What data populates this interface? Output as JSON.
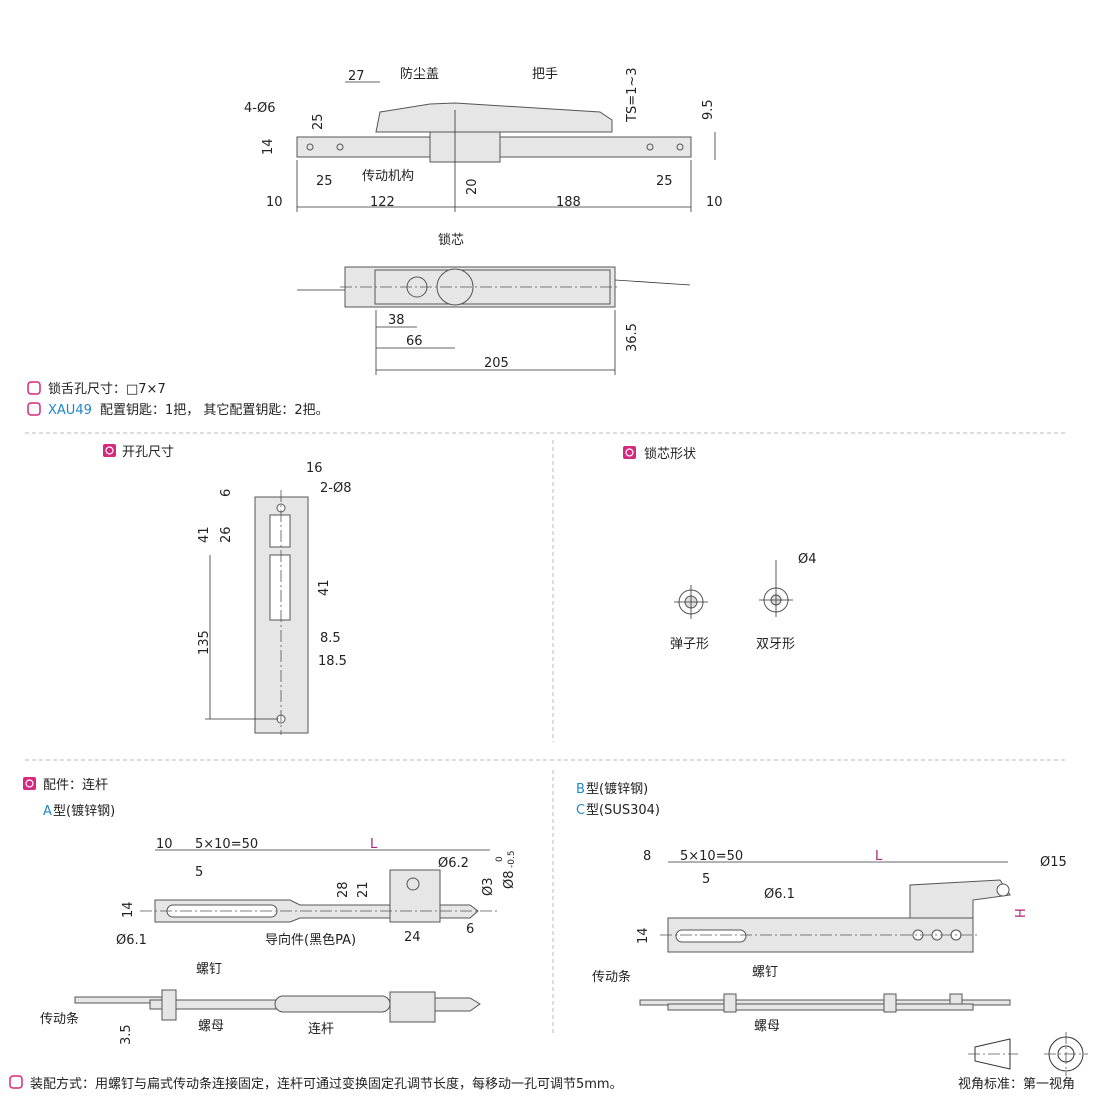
{
  "top_view": {
    "d27": "27",
    "dust_cover": "防尘盖",
    "handle": "把手",
    "ts": "TS=1~3",
    "d9_5": "9.5",
    "holes": "4-Ø6",
    "d25_v": "25",
    "d14": "14",
    "d25_left": "25",
    "mechanism": "传动机构",
    "d20": "20",
    "d25_right": "25",
    "d10_left": "10",
    "d122": "122",
    "d188": "188",
    "d10_right": "10"
  },
  "plan_view": {
    "lock_core": "锁芯",
    "d38": "38",
    "d66": "66",
    "d205": "205",
    "d36_5": "36.5"
  },
  "notes": {
    "note1": "锁舌孔尺寸：□7×7",
    "note2_model": "XAU49",
    "note2_text": "配置钥匙：1把， 其它配置钥匙：2把。"
  },
  "cutout": {
    "title": "开孔尺寸",
    "d16": "16",
    "d6": "6",
    "holes": "2-Ø8",
    "d41_a": "41",
    "d26": "26",
    "d41_b": "41",
    "d135": "135",
    "d8_5": "8.5",
    "d18_5": "18.5"
  },
  "core_shape": {
    "title": "锁芯形状",
    "d4": "Ø4",
    "pin_type": "弹子形",
    "double_type": "双牙形"
  },
  "rod_a": {
    "title": "配件：连杆",
    "type_letter": "A",
    "type_material": "型(镀锌钢)",
    "d10": "10",
    "d5x10": "5×10=50",
    "L": "L",
    "d5": "5",
    "d6_2": "Ø6.2",
    "d28": "28",
    "d21": "21",
    "d3": "Ø3",
    "d8": "Ø8",
    "tol_upper": "0",
    "tol_lower": "-0.5",
    "d14": "14",
    "d6_1": "Ø6.1",
    "guide": "导向件(黑色PA)",
    "d24": "24",
    "d6": "6",
    "screw": "螺钉",
    "strip": "传动条",
    "nut": "螺母",
    "rod": "连杆",
    "d3_5": "3.5"
  },
  "rod_b": {
    "b_letter": "B",
    "b_material": "型(镀锌钢)",
    "c_letter": "C",
    "c_material": "型(SUS304)",
    "d8": "8",
    "d5x10": "5×10=50",
    "L": "L",
    "d15": "Ø15",
    "d5": "5",
    "d6_1": "Ø6.1",
    "H": "H",
    "d14": "14",
    "strip": "传动条",
    "screw": "螺钉",
    "nut": "螺母"
  },
  "footer": {
    "assembly": "装配方式：用螺钉与扁式传动条连接固定，连杆可通过变换固定孔调节长度，每移动一孔可调节5mm。",
    "view_standard": "视角标准：第一视角"
  },
  "colors": {
    "accent_pink": "#d6287e",
    "model_blue": "#1e88c8",
    "dim_magenta": "#b0207a"
  }
}
